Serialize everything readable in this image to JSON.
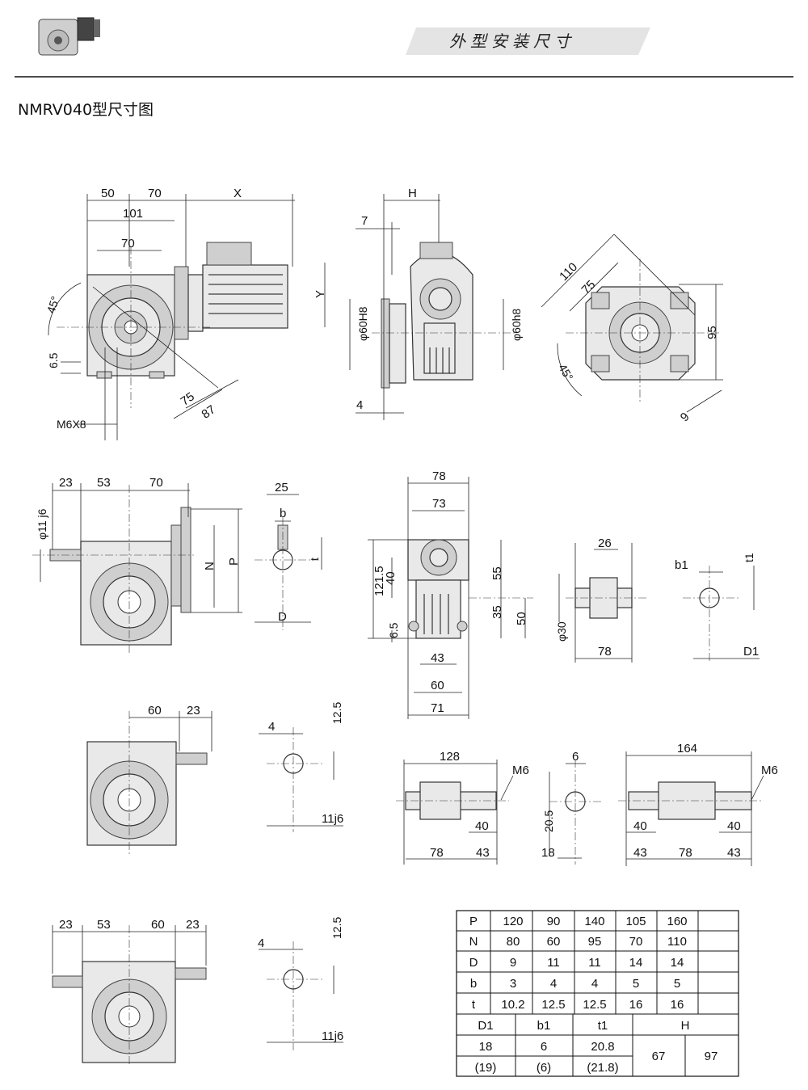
{
  "header": {
    "section_title": "外型安装尺寸",
    "page_title": "NMRV040型尺寸图"
  },
  "views": {
    "top_left": {
      "d50": "50",
      "d70a": "70",
      "dX": "X",
      "d101": "101",
      "d70b": "70",
      "dY": "Y",
      "a45": "45°",
      "d6_5": "6.5",
      "dM6X8": "M6X8",
      "d75": "75",
      "d87": "87"
    },
    "top_mid": {
      "dH": "H",
      "d7": "7",
      "dphi60a": "φ60H8",
      "dphi60b": "φ60h8",
      "d4": "4"
    },
    "top_right": {
      "d110": "110",
      "d75": "75",
      "d95": "95",
      "a45": "45°",
      "d9": "9"
    },
    "mid_left": {
      "d23": "23",
      "d53": "53",
      "d70": "70",
      "phi11": "φ11 j6",
      "dN": "N",
      "dP": "P"
    },
    "key1": {
      "d25": "25",
      "db": "b",
      "dt": "t",
      "dD": "D"
    },
    "front": {
      "d78": "78",
      "d73": "73",
      "d121_5": "121.5",
      "d40": "40",
      "d55": "55",
      "d35": "35",
      "d50": "50",
      "d6_5": "6.5",
      "d43": "43",
      "d60": "60",
      "d71": "71"
    },
    "shaft1": {
      "d26": "26",
      "phi30": "φ30",
      "d78": "78"
    },
    "key2": {
      "db1": "b1",
      "dt1": "t1",
      "dD1": "D1"
    },
    "row3_left": {
      "d60": "60",
      "d23": "23"
    },
    "key3": {
      "d4": "4",
      "d12_5": "12.5",
      "d11j6": "11j6"
    },
    "shaft2": {
      "d128": "128",
      "dM6": "M6",
      "d40": "40",
      "d78": "78",
      "d43": "43"
    },
    "key4": {
      "d6": "6",
      "d20_5": "20.5",
      "d18": "18"
    },
    "shaft3": {
      "d164": "164",
      "dM6": "M6",
      "d40a": "40",
      "d40b": "40",
      "d43a": "43",
      "d78": "78",
      "d43b": "43"
    },
    "row4_left": {
      "d23a": "23",
      "d53": "53",
      "d60": "60",
      "d23b": "23"
    },
    "key5": {
      "d4": "4",
      "d12_5": "12.5",
      "d11j6": "11j6"
    }
  },
  "table": {
    "rows": [
      {
        "label": "P",
        "values": [
          "120",
          "90",
          "140",
          "105",
          "160",
          ""
        ]
      },
      {
        "label": "N",
        "values": [
          "80",
          "60",
          "95",
          "70",
          "110",
          ""
        ]
      },
      {
        "label": "D",
        "values": [
          "9",
          "11",
          "11",
          "14",
          "14",
          ""
        ]
      },
      {
        "label": "b",
        "values": [
          "3",
          "4",
          "4",
          "5",
          "5",
          ""
        ]
      },
      {
        "label": "t",
        "values": [
          "10.2",
          "12.5",
          "12.5",
          "16",
          "16",
          ""
        ]
      }
    ],
    "lower_header": [
      "D1",
      "b1",
      "t1",
      "H"
    ],
    "lower_row1": [
      "18",
      "6",
      "20.8"
    ],
    "lower_row2": [
      "(19)",
      "(6)",
      "(21.8)"
    ],
    "h_values": [
      "67",
      "97"
    ]
  }
}
